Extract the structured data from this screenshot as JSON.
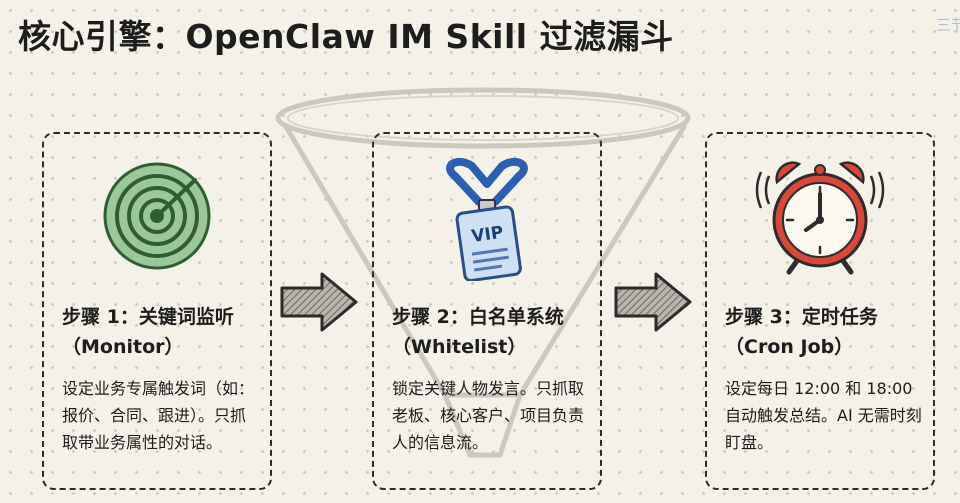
{
  "title": "核心引擎：OpenClaw IM Skill 过滤漏斗",
  "watermark": "三节",
  "steps": [
    {
      "icon": "radar-icon",
      "heading": "步骤 1：关键词监听",
      "subheading": "（Monitor）",
      "description": "设定业务专属触发词（如：报价、合同、跟进）。只抓取带业务属性的对话。"
    },
    {
      "icon": "vip-badge-icon",
      "heading": "步骤 2：白名单系统",
      "subheading": "（Whitelist）",
      "description": "锁定关键人物发言。只抓取老板、核心客户、项目负责人的信息流。",
      "badge_text": "VIP"
    },
    {
      "icon": "alarm-clock-icon",
      "heading": "步骤 3：定时任务",
      "subheading": "（Cron Job）",
      "description": "设定每日 12:00 和 18:00 自动触发总结。AI 无需时刻盯盘。"
    }
  ]
}
